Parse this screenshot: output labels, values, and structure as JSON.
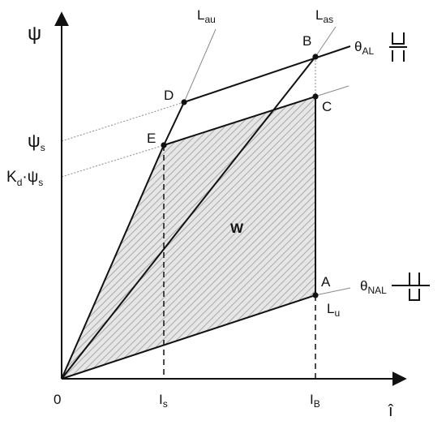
{
  "axes": {
    "y_axis_symbol": "ψ",
    "x_axis_symbol": "î",
    "origin_label": "0"
  },
  "points": {
    "A": "A",
    "B": "B",
    "C": "C",
    "D": "D",
    "E": "E"
  },
  "area_label": "W",
  "y_ticks": {
    "psi_s": {
      "main": "ψ",
      "sub": "s"
    },
    "kd_psi_s": {
      "k": "K",
      "k_sub": "d",
      "dot": "·",
      "psi": "ψ",
      "psi_sub": "s"
    }
  },
  "x_ticks": {
    "is": {
      "main": "I",
      "sub": "s"
    },
    "ib": {
      "main": "I",
      "sub": "B"
    }
  },
  "line_labels": {
    "l_au": {
      "main": "L",
      "sub": "au"
    },
    "l_as": {
      "main": "L",
      "sub": "as"
    },
    "l_u": {
      "main": "L",
      "sub": "u"
    }
  },
  "curve_labels": {
    "theta_al": {
      "main": "θ",
      "sub": "AL"
    },
    "theta_nal": {
      "main": "θ",
      "sub": "NAL"
    }
  },
  "colors": {
    "line": "#111111",
    "thin_line": "#8a8a8a",
    "hatch": "#9a9a9a",
    "fill": "#e8e8e8"
  }
}
